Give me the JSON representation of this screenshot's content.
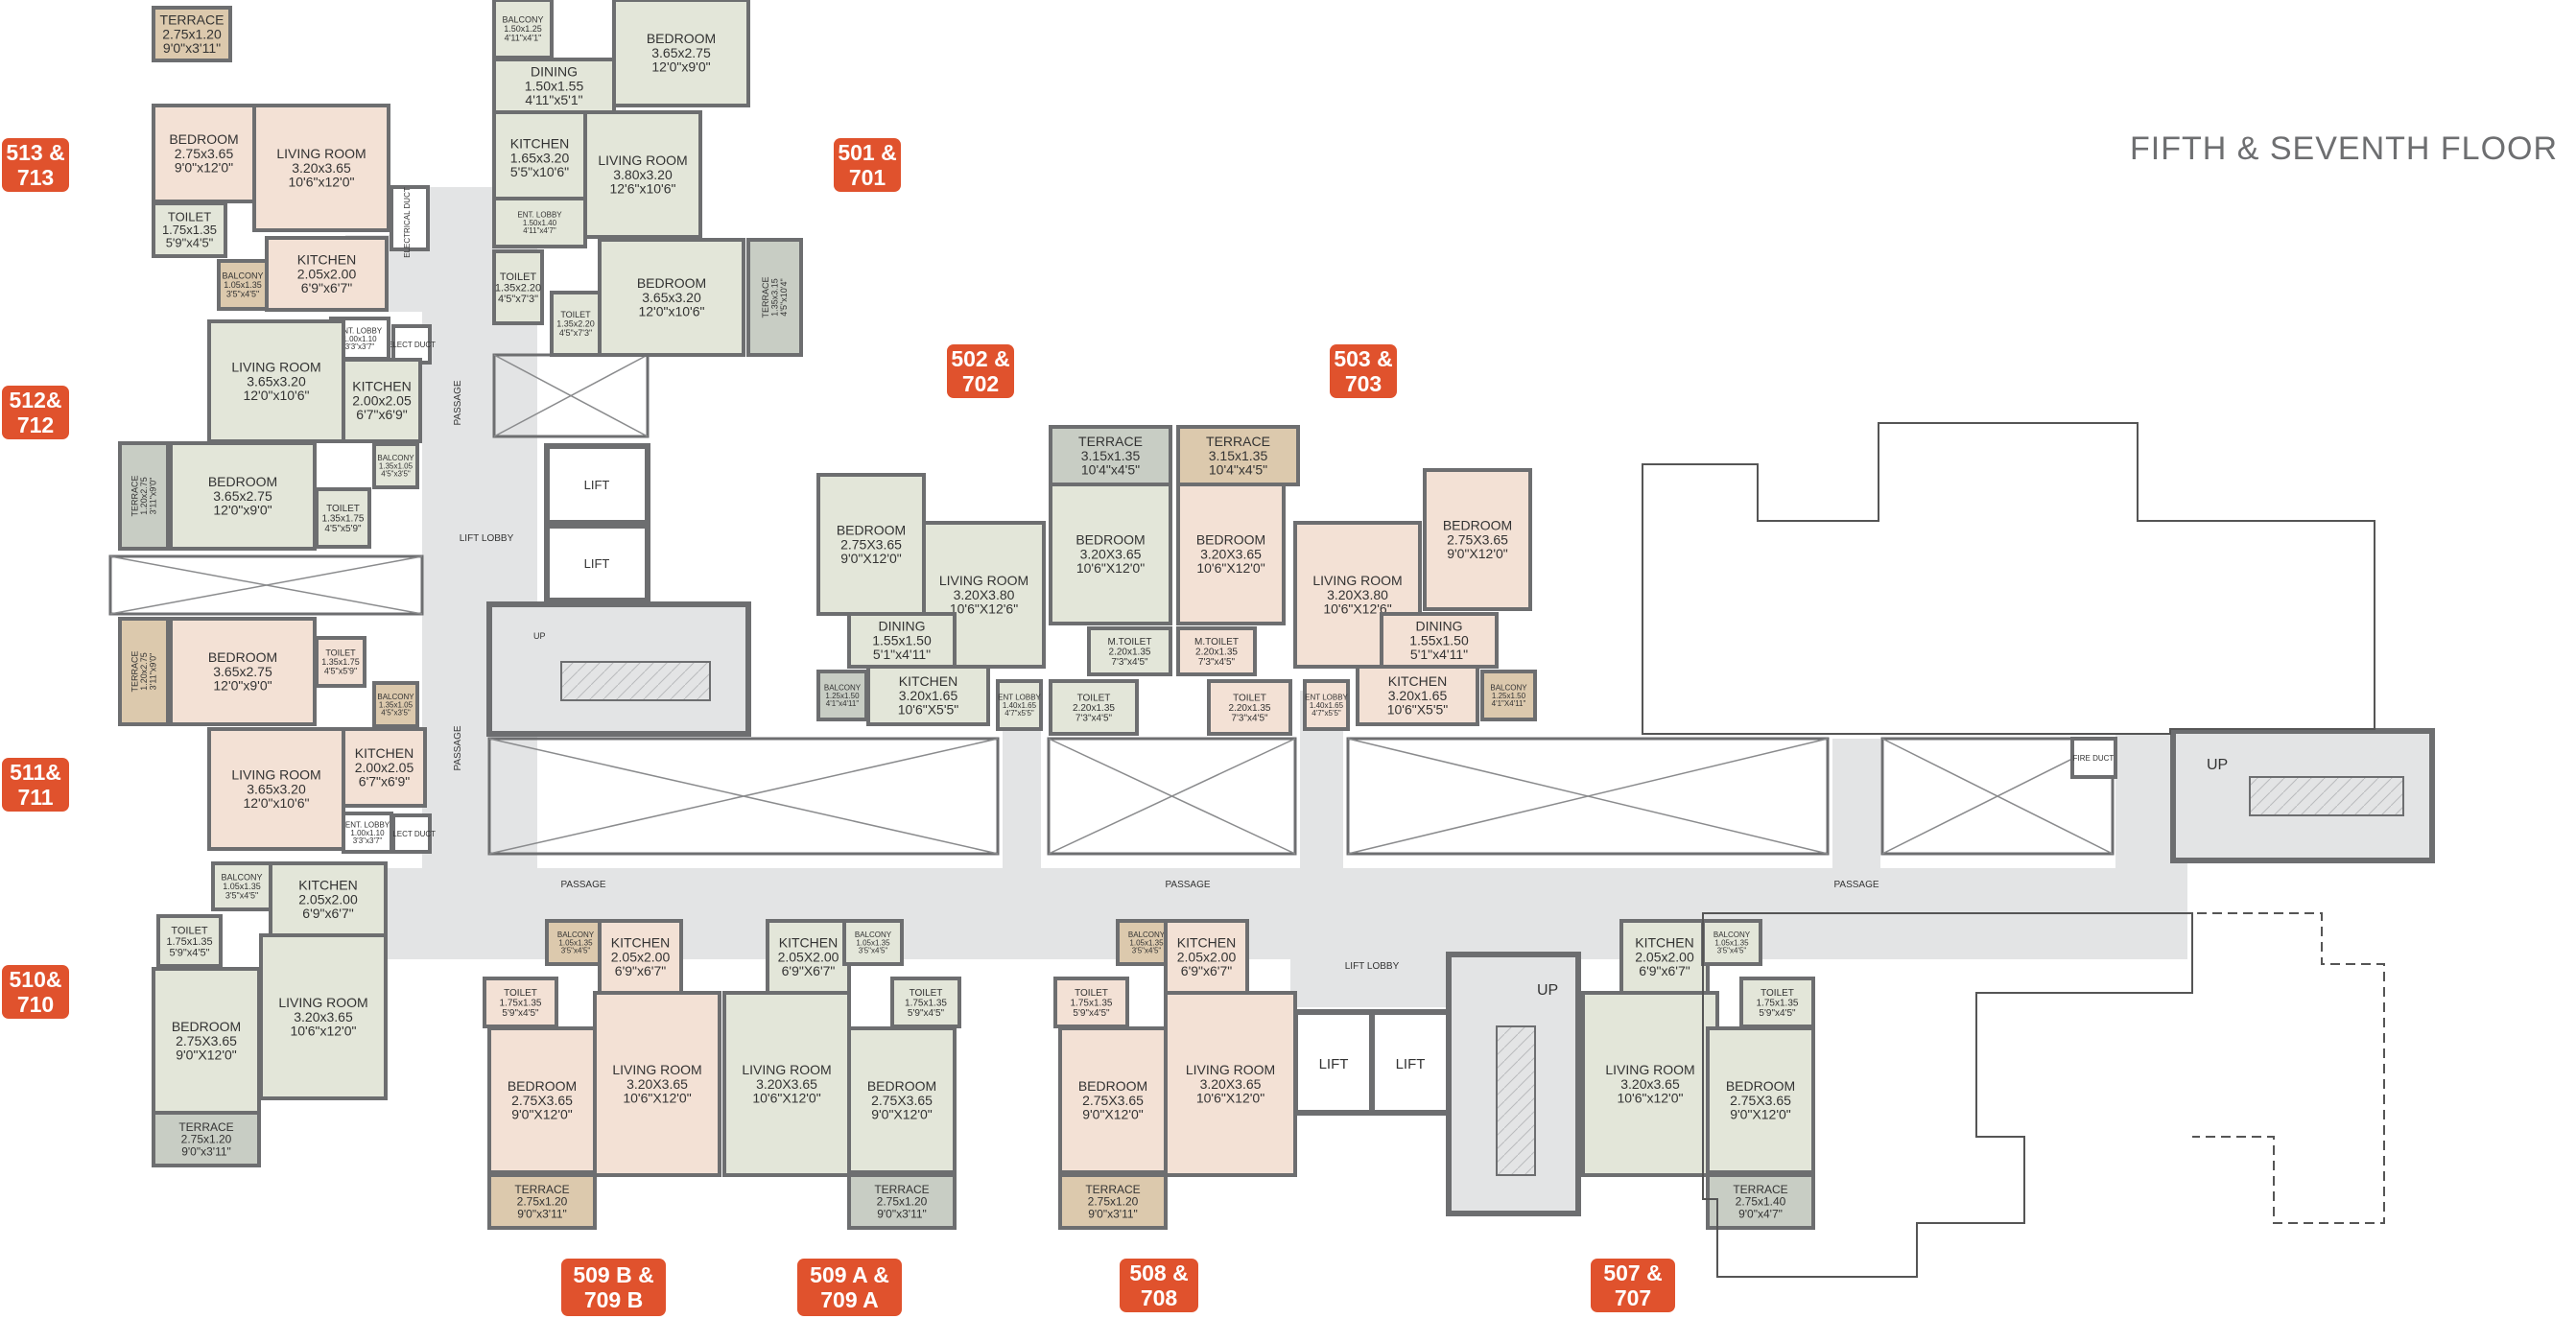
{
  "floor_title": "FIFTH & SEVENTH FLOOR",
  "colors": {
    "wall": "#6d6e70",
    "badge": "#e0522d",
    "bedroom": "#f3e1d5",
    "living": "#e3e6d9",
    "terrace_green": "#c8cdc4",
    "terrace_tan": "#dcc9ad",
    "passage": "#e3e4e5"
  },
  "unit_badges": {
    "u513": [
      "513 &",
      "713"
    ],
    "u512": [
      "512&",
      "712"
    ],
    "u511": [
      "511&",
      "711"
    ],
    "u510": [
      "510&",
      "710"
    ],
    "u501": [
      "501 &",
      "701"
    ],
    "u502": [
      "502 &",
      "702"
    ],
    "u503": [
      "503 &",
      "703"
    ],
    "u509b": [
      "509 B &",
      "709 B"
    ],
    "u509a": [
      "509 A &",
      "709 A"
    ],
    "u508": [
      "508 &",
      "708"
    ],
    "u507": [
      "507 &",
      "707"
    ]
  },
  "core_labels": {
    "lift": "LIFT",
    "lift_lobby": "LIFT LOBBY",
    "passage": "PASSAGE",
    "up": "UP",
    "fire_duct": "FIRE DUCT",
    "elect_duct": "ELECT DUCT",
    "electrical_duct": "ELECTRICAL DUCT"
  },
  "rooms": {
    "u513": {
      "terrace": [
        "TERRACE",
        "2.75x1.20",
        "9'0\"x3'11\""
      ],
      "bedroom": [
        "BEDROOM",
        "2.75x3.65",
        "9'0\"x12'0\""
      ],
      "living": [
        "LIVING ROOM",
        "3.20x3.65",
        "10'6\"x12'0\""
      ],
      "toilet": [
        "TOILET",
        "1.75x1.35",
        "5'9\"x4'5\""
      ],
      "balcony": [
        "BALCONY",
        "1.05x1.35",
        "3'5\"x4'5\""
      ],
      "kitchen": [
        "KITCHEN",
        "2.05x2.00",
        "6'9\"x6'7\""
      ],
      "ent_lobby": [
        "ENT. LOBBY",
        "1.00x1.10",
        "3'3\"x3'7\""
      ]
    },
    "u512": {
      "living": [
        "LIVING ROOM",
        "3.65x3.20",
        "12'0\"x10'6\""
      ],
      "kitchen": [
        "KITCHEN",
        "2.00x2.05",
        "6'7\"x6'9\""
      ],
      "balcony": [
        "BALCONY",
        "1.35x1.05",
        "4'5\"x3'5\""
      ],
      "terrace": [
        "TERRACE",
        "1.20x2.75",
        "3'11\"x9'0\""
      ],
      "bedroom": [
        "BEDROOM",
        "3.65x2.75",
        "12'0\"x9'0\""
      ],
      "toilet": [
        "TOILET",
        "1.35x1.75",
        "4'5\"x5'9\""
      ]
    },
    "u511": {
      "terrace": [
        "TERRACE",
        "1.20x2.75",
        "3'11\"x9'0\""
      ],
      "bedroom": [
        "BEDROOM",
        "3.65x2.75",
        "12'0\"x9'0\""
      ],
      "toilet": [
        "TOILET",
        "1.35x1.75",
        "4'5\"x5'9\""
      ],
      "balcony": [
        "BALCONY",
        "1.35x1.05",
        "4'5\"x3'5\""
      ],
      "living": [
        "LIVING ROOM",
        "3.65x3.20",
        "12'0\"x10'6\""
      ],
      "kitchen": [
        "KITCHEN",
        "2.00x2.05",
        "6'7\"x6'9\""
      ],
      "ent_lobby": [
        "ENT. LOBBY",
        "1.00x1.10",
        "3'3\"x3'7\""
      ]
    },
    "u510": {
      "balcony": [
        "BALCONY",
        "1.05x1.35",
        "3'5\"x4'5\""
      ],
      "kitchen": [
        "KITCHEN",
        "2.05x2.00",
        "6'9\"x6'7\""
      ],
      "toilet": [
        "TOILET",
        "1.75x1.35",
        "5'9\"x4'5\""
      ],
      "living": [
        "LIVING ROOM",
        "3.20x3.65",
        "10'6\"x12'0\""
      ],
      "bedroom": [
        "BEDROOM",
        "2.75X3.65",
        "9'0\"X12'0\""
      ],
      "terrace": [
        "TERRACE",
        "2.75x1.20",
        "9'0\"x3'11\""
      ]
    },
    "u501": {
      "balcony": [
        "BALCONY",
        "1.50x1.25",
        "4'11\"x4'1\""
      ],
      "bedroom1": [
        "BEDROOM",
        "3.65x2.75",
        "12'0\"x9'0\""
      ],
      "dining": [
        "DINING",
        "1.50x1.55",
        "4'11\"x5'1\""
      ],
      "kitchen": [
        "KITCHEN",
        "1.65x3.20",
        "5'5\"x10'6\""
      ],
      "living": [
        "LIVING ROOM",
        "3.80x3.20",
        "12'6\"x10'6\""
      ],
      "ent_lobby": [
        "ENT. LOBBY",
        "1.50x1.40",
        "4'11\"x4'7\""
      ],
      "toilet1": [
        "TOILET",
        "1.35x2.20",
        "4'5\"x7'3\""
      ],
      "toilet2": [
        "TOILET",
        "1.35x2.20",
        "4'5\"x7'3\""
      ],
      "bedroom2": [
        "BEDROOM",
        "3.65x3.20",
        "12'0\"x10'6\""
      ],
      "terrace": [
        "TERRACE",
        "1.35x3.15",
        "4'5\"x10'4\""
      ]
    },
    "u502": {
      "bedroom1": [
        "BEDROOM",
        "2.75X3.65",
        "9'0\"X12'0\""
      ],
      "living": [
        "LIVING ROOM",
        "3.20X3.80",
        "10'6\"X12'6\""
      ],
      "terrace": [
        "TERRACE",
        "3.15x1.35",
        "10'4\"x4'5\""
      ],
      "bedroom2": [
        "BEDROOM",
        "3.20X3.65",
        "10'6\"X12'0\""
      ],
      "dining": [
        "DINING",
        "1.55x1.50",
        "5'1\"x4'11\""
      ],
      "m_toilet": [
        "M.TOILET",
        "2.20x1.35",
        "7'3\"x4'5\""
      ],
      "balcony": [
        "BALCONY",
        "1.25x1.50",
        "4'1\"x4'11\""
      ],
      "kitchen": [
        "KITCHEN",
        "3.20x1.65",
        "10'6\"X5'5\""
      ],
      "ent_lobby": [
        "ENT LOBBY",
        "1.40x1.65",
        "4'7\"x5'5\""
      ],
      "toilet": [
        "TOILET",
        "2.20x1.35",
        "7'3\"x4'5\""
      ]
    },
    "u503": {
      "terrace": [
        "TERRACE",
        "3.15x1.35",
        "10'4\"x4'5\""
      ],
      "bedroom1": [
        "BEDROOM",
        "3.20X3.65",
        "10'6\"X12'0\""
      ],
      "living": [
        "LIVING ROOM",
        "3.20X3.80",
        "10'6\"X12'6\""
      ],
      "bedroom2": [
        "BEDROOM",
        "2.75X3.65",
        "9'0\"X12'0\""
      ],
      "m_toilet": [
        "M.TOILET",
        "2.20x1.35",
        "7'3\"x4'5\""
      ],
      "dining": [
        "DINING",
        "1.55x1.50",
        "5'1\"x4'11\""
      ],
      "toilet": [
        "TOILET",
        "2.20x1.35",
        "7'3\"x4'5\""
      ],
      "ent_lobby": [
        "ENT LOBBY",
        "1.40x1.65",
        "4'7\"x5'5\""
      ],
      "kitchen": [
        "KITCHEN",
        "3.20x1.65",
        "10'6\"X5'5\""
      ],
      "balcony": [
        "BALCONY",
        "1.25x1.50",
        "4'1\"X4'11\""
      ]
    },
    "u509b": {
      "balcony": [
        "BALCONY",
        "1.05x1.35",
        "3'5\"x4'5\""
      ],
      "kitchen": [
        "KITCHEN",
        "2.05x2.00",
        "6'9\"x6'7\""
      ],
      "toilet": [
        "TOILET",
        "1.75x1.35",
        "5'9\"x4'5\""
      ],
      "bedroom": [
        "BEDROOM",
        "2.75X3.65",
        "9'0\"X12'0\""
      ],
      "living": [
        "LIVING ROOM",
        "3.20X3.65",
        "10'6\"X12'0\""
      ],
      "terrace": [
        "TERRACE",
        "2.75x1.20",
        "9'0\"x3'11\""
      ]
    },
    "u509a": {
      "kitchen": [
        "KITCHEN",
        "2.05X2.00",
        "6'9\"X6'7\""
      ],
      "balcony": [
        "BALCONY",
        "1.05x1.35",
        "3'5\"x4'5\""
      ],
      "toilet": [
        "TOILET",
        "1.75x1.35",
        "5'9\"x4'5\""
      ],
      "living": [
        "LIVING ROOM",
        "3.20X3.65",
        "10'6\"X12'0\""
      ],
      "bedroom": [
        "BEDROOM",
        "2.75X3.65",
        "9'0\"X12'0\""
      ],
      "terrace": [
        "TERRACE",
        "2.75x1.20",
        "9'0\"x3'11\""
      ]
    },
    "u508": {
      "balcony": [
        "BALCONY",
        "1.05x1.35",
        "3'5\"x4'5\""
      ],
      "kitchen": [
        "KITCHEN",
        "2.05x2.00",
        "6'9\"x6'7\""
      ],
      "toilet": [
        "TOILET",
        "1.75x1.35",
        "5'9\"x4'5\""
      ],
      "bedroom": [
        "BEDROOM",
        "2.75X3.65",
        "9'0\"X12'0\""
      ],
      "living": [
        "LIVING ROOM",
        "3.20X3.65",
        "10'6\"X12'0\""
      ],
      "terrace": [
        "TERRACE",
        "2.75x1.20",
        "9'0\"x3'11\""
      ]
    },
    "u507": {
      "kitchen": [
        "KITCHEN",
        "2.05x2.00",
        "6'9\"x6'7\""
      ],
      "balcony": [
        "BALCONY",
        "1.05x1.35",
        "3'5\"x4'5\""
      ],
      "toilet": [
        "TOILET",
        "1.75x1.35",
        "5'9\"x4'5\""
      ],
      "living": [
        "LIVING ROOM",
        "3.20x3.65",
        "10'6\"x12'0\""
      ],
      "bedroom": [
        "BEDROOM",
        "2.75X3.65",
        "9'0\"X12'0\""
      ],
      "terrace": [
        "TERRACE",
        "2.75x1.40",
        "9'0\"x4'7\""
      ]
    }
  }
}
